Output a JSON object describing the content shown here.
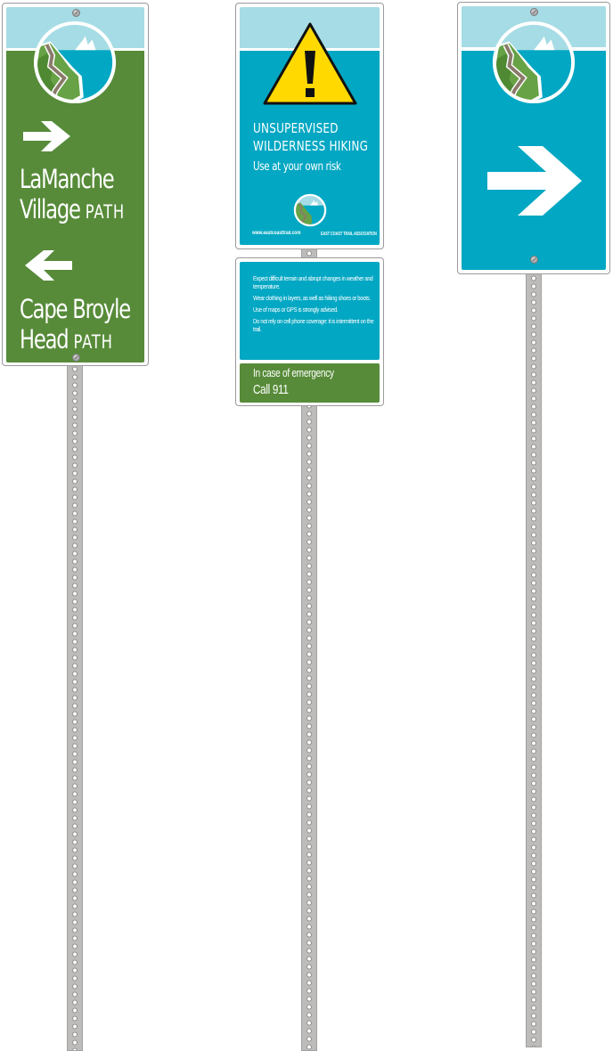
{
  "colors": {
    "trail_green": "#578b39",
    "trail_teal": "#02a7c3",
    "sky_light_blue": "#a6dce5",
    "warning_yellow": "#ffd900",
    "post_gray": "#bdbcba",
    "text_white": "#ffffff"
  },
  "signs": {
    "left": {
      "logo": "east-coast-trail-logo",
      "destinations": [
        {
          "arrow": "arrow-right-icon",
          "name_line1": "LaManche",
          "name_line2": "Village",
          "suffix": "PATH"
        },
        {
          "arrow": "arrow-left-icon",
          "name_line1": "Cape Broyle",
          "name_line2": "Head",
          "suffix": "PATH"
        }
      ]
    },
    "center": {
      "warning_icon": "warning-triangle-icon",
      "heading_line1": "UNSUPERVISED",
      "heading_line2": "WILDERNESS HIKING",
      "subheading": "Use at your own risk",
      "website": "www.eastcoasttrail.com",
      "organization": "EAST COAST TRAIL ASSOCIATION",
      "advisories": [
        "Expect difficult terrain and abrupt changes in weather and temperature.",
        "Wear clothing in layers, as well as hiking shoes or boots.",
        "Use of maps or GPS is strongly advised.",
        "Do not rely on cell phone coverage: it is intermittent on the trail."
      ],
      "emergency_label": "In case of emergency",
      "emergency_number": "Call 911"
    },
    "right": {
      "logo": "east-coast-trail-logo",
      "arrow": "arrow-right-icon"
    }
  }
}
